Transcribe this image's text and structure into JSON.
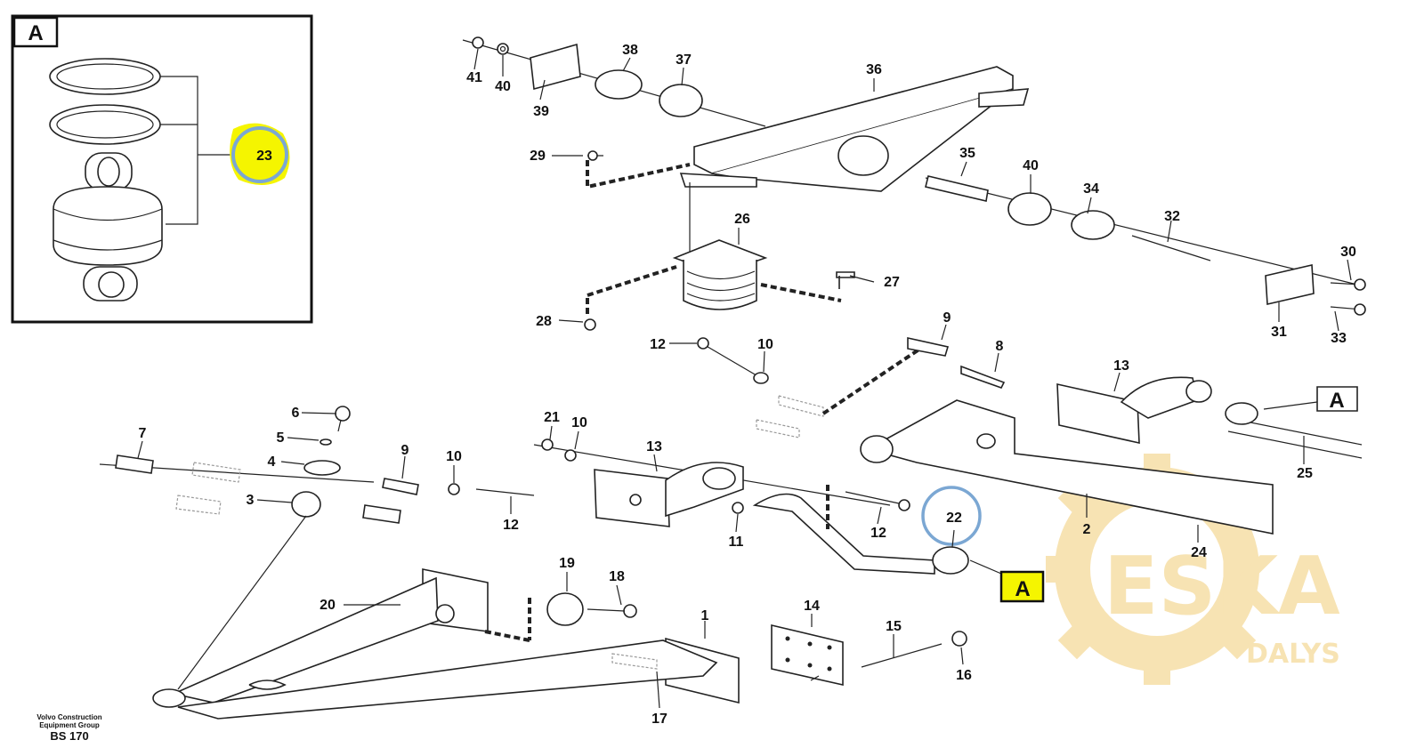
{
  "inset": {
    "letter": "A",
    "label": "23"
  },
  "callouts": [
    "A",
    "A"
  ],
  "parts": {
    "p1": "1",
    "p2": "2",
    "p3": "3",
    "p4": "4",
    "p5": "5",
    "p6": "6",
    "p7": "7",
    "p8": "8",
    "p9a": "9",
    "p9b": "9",
    "p10a": "10",
    "p10b": "10",
    "p10c": "10",
    "p11": "11",
    "p12a": "12",
    "p12b": "12",
    "p12c": "12",
    "p13a": "13",
    "p13b": "13",
    "p14": "14",
    "p15": "15",
    "p16": "16",
    "p17": "17",
    "p18": "18",
    "p19": "19",
    "p20": "20",
    "p21": "21",
    "p22": "22",
    "p24": "24",
    "p25": "25",
    "p26": "26",
    "p27": "27",
    "p28": "28",
    "p29": "29",
    "p30": "30",
    "p31": "31",
    "p32": "32",
    "p33": "33",
    "p34": "34",
    "p35": "35",
    "p36": "36",
    "p37": "37",
    "p38": "38",
    "p39": "39",
    "p40a": "40",
    "p40b": "40",
    "p41": "41"
  },
  "footer": {
    "line1": "Volvo Construction",
    "line2": "Equipment Group",
    "code": "BS 170"
  },
  "watermark": {
    "brand": "ESKA",
    "sub": "DALYS"
  },
  "colors": {
    "highlight": "#f5f500",
    "circle": "#7ba7d3",
    "watermark": "#f7e3b3"
  }
}
